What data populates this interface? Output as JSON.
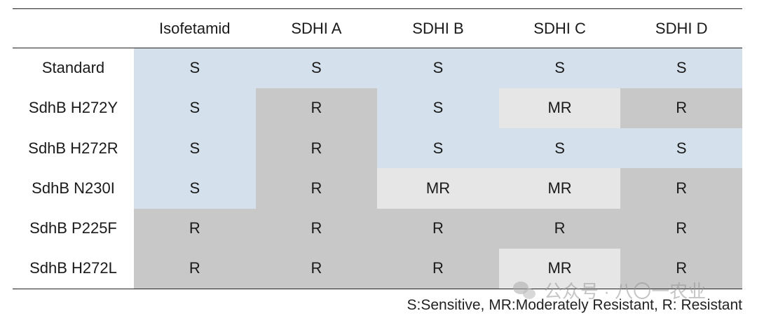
{
  "table": {
    "columns": [
      "",
      "Isofetamid",
      "SDHI A",
      "SDHI B",
      "SDHI C",
      "SDHI D"
    ],
    "rows": [
      {
        "label": "Standard",
        "cells": [
          "S",
          "S",
          "S",
          "S",
          "S"
        ]
      },
      {
        "label": "SdhB H272Y",
        "cells": [
          "S",
          "R",
          "S",
          "MR",
          "R"
        ]
      },
      {
        "label": "SdhB H272R",
        "cells": [
          "S",
          "R",
          "S",
          "S",
          "S"
        ]
      },
      {
        "label": "SdhB N230I",
        "cells": [
          "S",
          "R",
          "MR",
          "MR",
          "R"
        ]
      },
      {
        "label": "SdhB P225F",
        "cells": [
          "R",
          "R",
          "R",
          "R",
          "R"
        ]
      },
      {
        "label": "SdhB H272L",
        "cells": [
          "R",
          "R",
          "R",
          "MR",
          "R"
        ]
      }
    ]
  },
  "colors": {
    "S": "#d4e1ec",
    "MR": "#e6e6e6",
    "R": "#c8c8c8"
  },
  "legend": "S:Sensitive, MR:Moderately Resistant, R: Resistant",
  "watermark": {
    "icon": "wechat-icon",
    "text": "公众号 · 八〇一农业"
  }
}
